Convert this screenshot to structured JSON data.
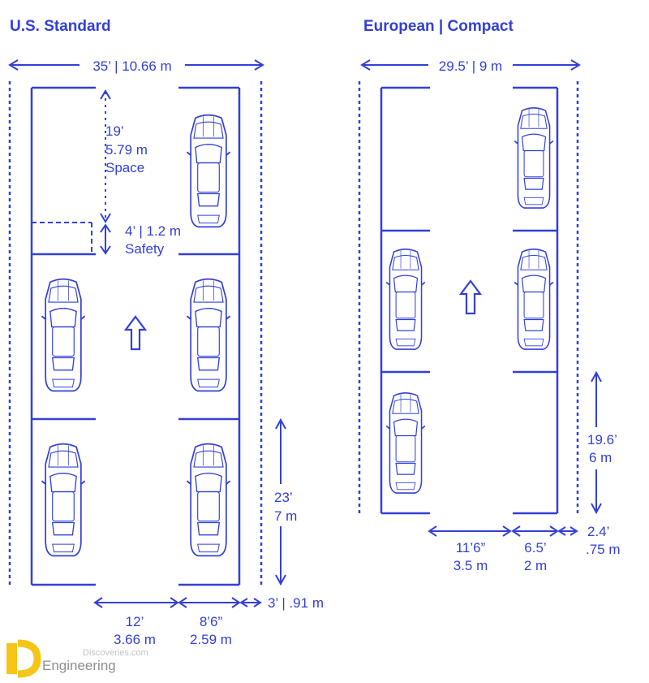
{
  "diagram": {
    "accent_color": "#3340d6",
    "us": {
      "title": "U.S. Standard",
      "width_label": "35’ | 10.66 m",
      "space_feet": "19’",
      "space_m": "5.79 m",
      "space_word": "Space",
      "safety_size": "4’ | 1.2 m",
      "safety_word": "Safety",
      "stall_feet": "23’",
      "stall_m": "7 m",
      "aisle_feet": "12’",
      "aisle_m": "3.66 m",
      "stall_w_feet": "8’6”",
      "stall_w_m": "2.59 m",
      "margin_label": "3’ | .91 m"
    },
    "eu": {
      "title": "European | Compact",
      "width_label": "29.5’ | 9 m",
      "stall_feet": "19.6’",
      "stall_m": "6 m",
      "aisle_feet": "11’6”",
      "aisle_m": "3.5 m",
      "stall_w_feet": "6.5’",
      "stall_w_m": "2 m",
      "margin_feet": "2.4’",
      "margin_m": ".75 m"
    },
    "logo": {
      "top": "Discoveries.com",
      "bottom": "Engineering",
      "icon": "d-e-logo-icon"
    }
  }
}
